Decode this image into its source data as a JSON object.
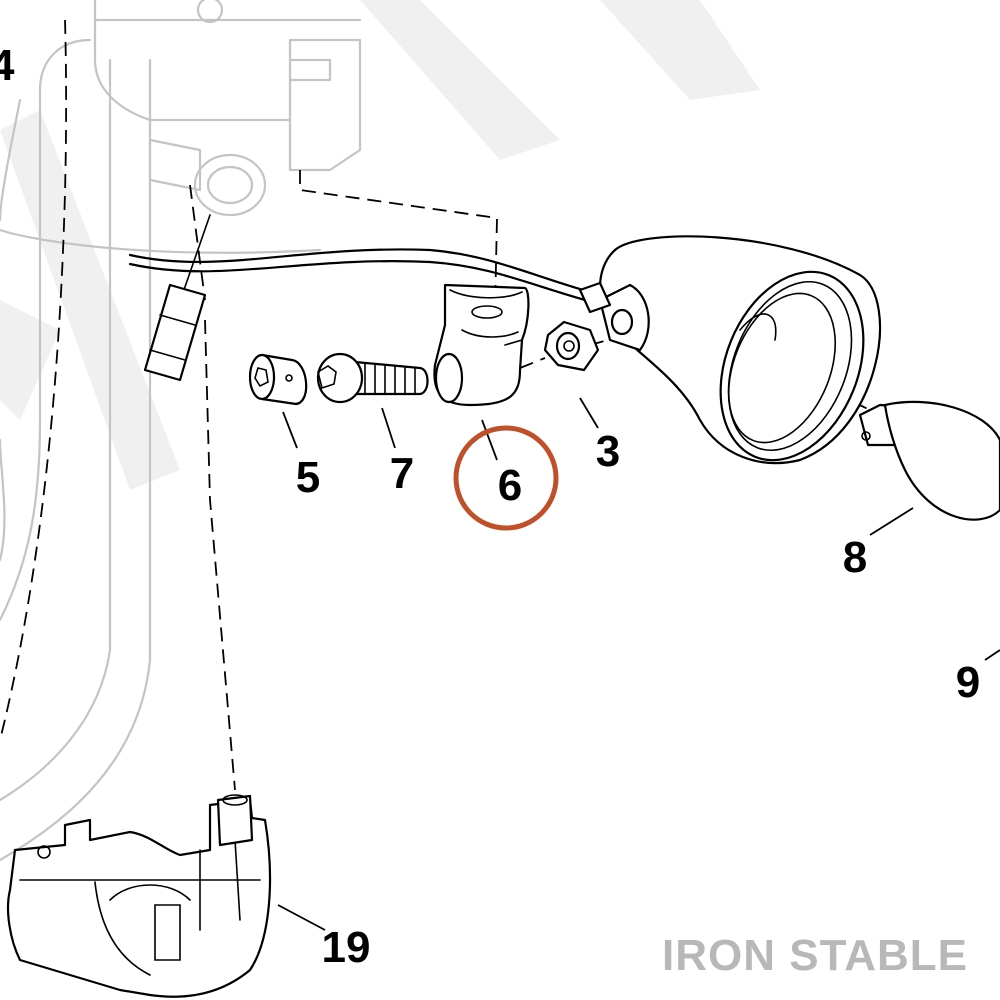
{
  "callouts": {
    "c3": "3",
    "c5": "5",
    "c6": "6",
    "c7": "7",
    "c8": "8",
    "c9": "9",
    "c19": "19",
    "c4_partial": "4"
  },
  "brand": "IRON STABLE",
  "colors": {
    "highlight": "#c0502a",
    "line": "#000000",
    "ghost": "#c4c4c4",
    "brand": "#b8b8b8"
  }
}
